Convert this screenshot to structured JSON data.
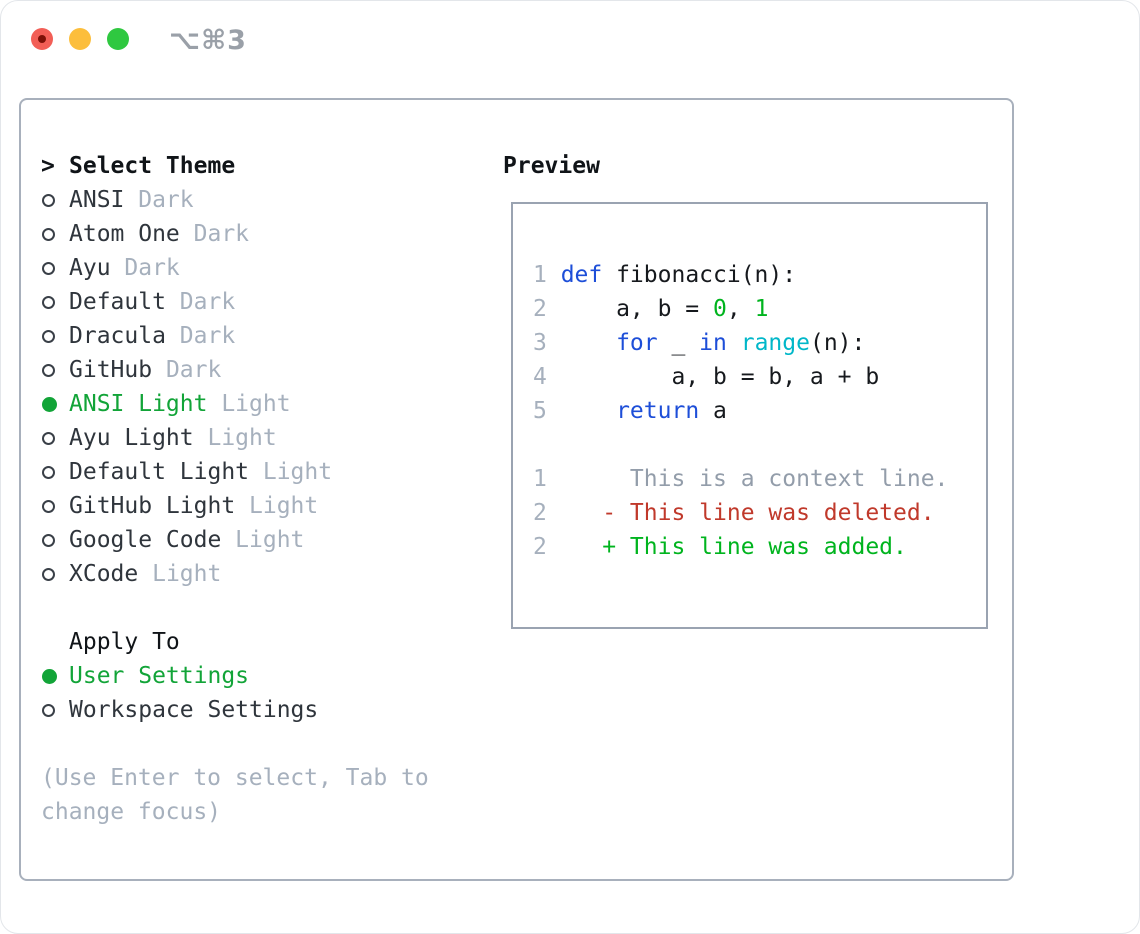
{
  "window": {
    "shortcut": "⌥⌘3",
    "traffic_lights": [
      "close",
      "minimize",
      "zoom"
    ]
  },
  "colors": {
    "selection_green": "#12a438",
    "keyword_blue": "#1d4ed8",
    "builtin_cyan": "#00b7c9",
    "number_green": "#00b41e",
    "added_green": "#00b41e",
    "deleted_red": "#c0392b",
    "context_gray": "#939daa",
    "code_fg": "#16191d",
    "line_number_gray": "#a6b0bd",
    "tag_gray": "#a6b0bd",
    "panel_border": "#a8b0bc"
  },
  "theme_picker": {
    "prompt": ">",
    "title": "Select Theme",
    "items": [
      {
        "name": "ANSI",
        "tag": "Dark",
        "selected": false
      },
      {
        "name": "Atom One",
        "tag": "Dark",
        "selected": false
      },
      {
        "name": "Ayu",
        "tag": "Dark",
        "selected": false
      },
      {
        "name": "Default",
        "tag": "Dark",
        "selected": false
      },
      {
        "name": "Dracula",
        "tag": "Dark",
        "selected": false
      },
      {
        "name": "GitHub",
        "tag": "Dark",
        "selected": false
      },
      {
        "name": "ANSI Light",
        "tag": "Light",
        "selected": true
      },
      {
        "name": "Ayu Light",
        "tag": "Light",
        "selected": false
      },
      {
        "name": "Default Light",
        "tag": "Light",
        "selected": false
      },
      {
        "name": "GitHub Light",
        "tag": "Light",
        "selected": false
      },
      {
        "name": "Google Code",
        "tag": "Light",
        "selected": false
      },
      {
        "name": "XCode",
        "tag": "Light",
        "selected": false
      }
    ],
    "apply_to": {
      "title": "Apply To",
      "options": [
        {
          "label": "User Settings",
          "selected": true
        },
        {
          "label": "Workspace Settings",
          "selected": false
        }
      ]
    },
    "hint": "(Use Enter to select, Tab to change focus)"
  },
  "preview": {
    "title": "Preview",
    "code_lines": [
      {
        "num": "1",
        "tokens": [
          {
            "t": "def",
            "c": "keyword_blue"
          },
          {
            "t": " fibonacci(n):",
            "c": "code_fg"
          }
        ]
      },
      {
        "num": "2",
        "tokens": [
          {
            "t": "    a, b = ",
            "c": "code_fg"
          },
          {
            "t": "0",
            "c": "number_green"
          },
          {
            "t": ", ",
            "c": "code_fg"
          },
          {
            "t": "1",
            "c": "number_green"
          }
        ]
      },
      {
        "num": "3",
        "tokens": [
          {
            "t": "    ",
            "c": "code_fg"
          },
          {
            "t": "for",
            "c": "keyword_blue"
          },
          {
            "t": " _ ",
            "c": "code_fg"
          },
          {
            "t": "in",
            "c": "keyword_blue"
          },
          {
            "t": " ",
            "c": "code_fg"
          },
          {
            "t": "range",
            "c": "builtin_cyan"
          },
          {
            "t": "(n):",
            "c": "code_fg"
          }
        ]
      },
      {
        "num": "4",
        "tokens": [
          {
            "t": "        a, b = b, a + b",
            "c": "code_fg"
          }
        ]
      },
      {
        "num": "5",
        "tokens": [
          {
            "t": "    ",
            "c": "code_fg"
          },
          {
            "t": "return",
            "c": "keyword_blue"
          },
          {
            "t": " a",
            "c": "code_fg"
          }
        ]
      },
      {
        "num": "",
        "tokens": []
      },
      {
        "num": "1",
        "tokens": [
          {
            "t": "     This is a context line.",
            "c": "context_gray"
          }
        ]
      },
      {
        "num": "2",
        "tokens": [
          {
            "t": "   - This line was deleted.",
            "c": "deleted_red"
          }
        ]
      },
      {
        "num": "2",
        "tokens": [
          {
            "t": "   + This line was added.",
            "c": "added_green"
          }
        ]
      }
    ]
  }
}
